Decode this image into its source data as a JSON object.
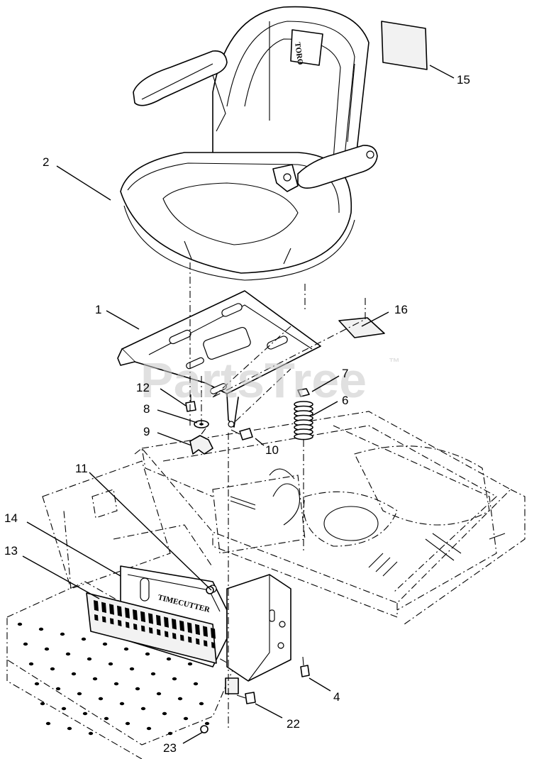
{
  "watermark": {
    "text": "PartsTree",
    "tm": "™"
  },
  "seat_brand": "TORO",
  "panel_brand": "TIMECUTTER",
  "callouts": [
    "1",
    "2",
    "4",
    "6",
    "7",
    "8",
    "9",
    "10",
    "11",
    "12",
    "13",
    "14",
    "15",
    "16",
    "22",
    "23"
  ],
  "colors": {
    "line": "#000000",
    "background": "#ffffff",
    "watermark": "#c8c8c8"
  }
}
